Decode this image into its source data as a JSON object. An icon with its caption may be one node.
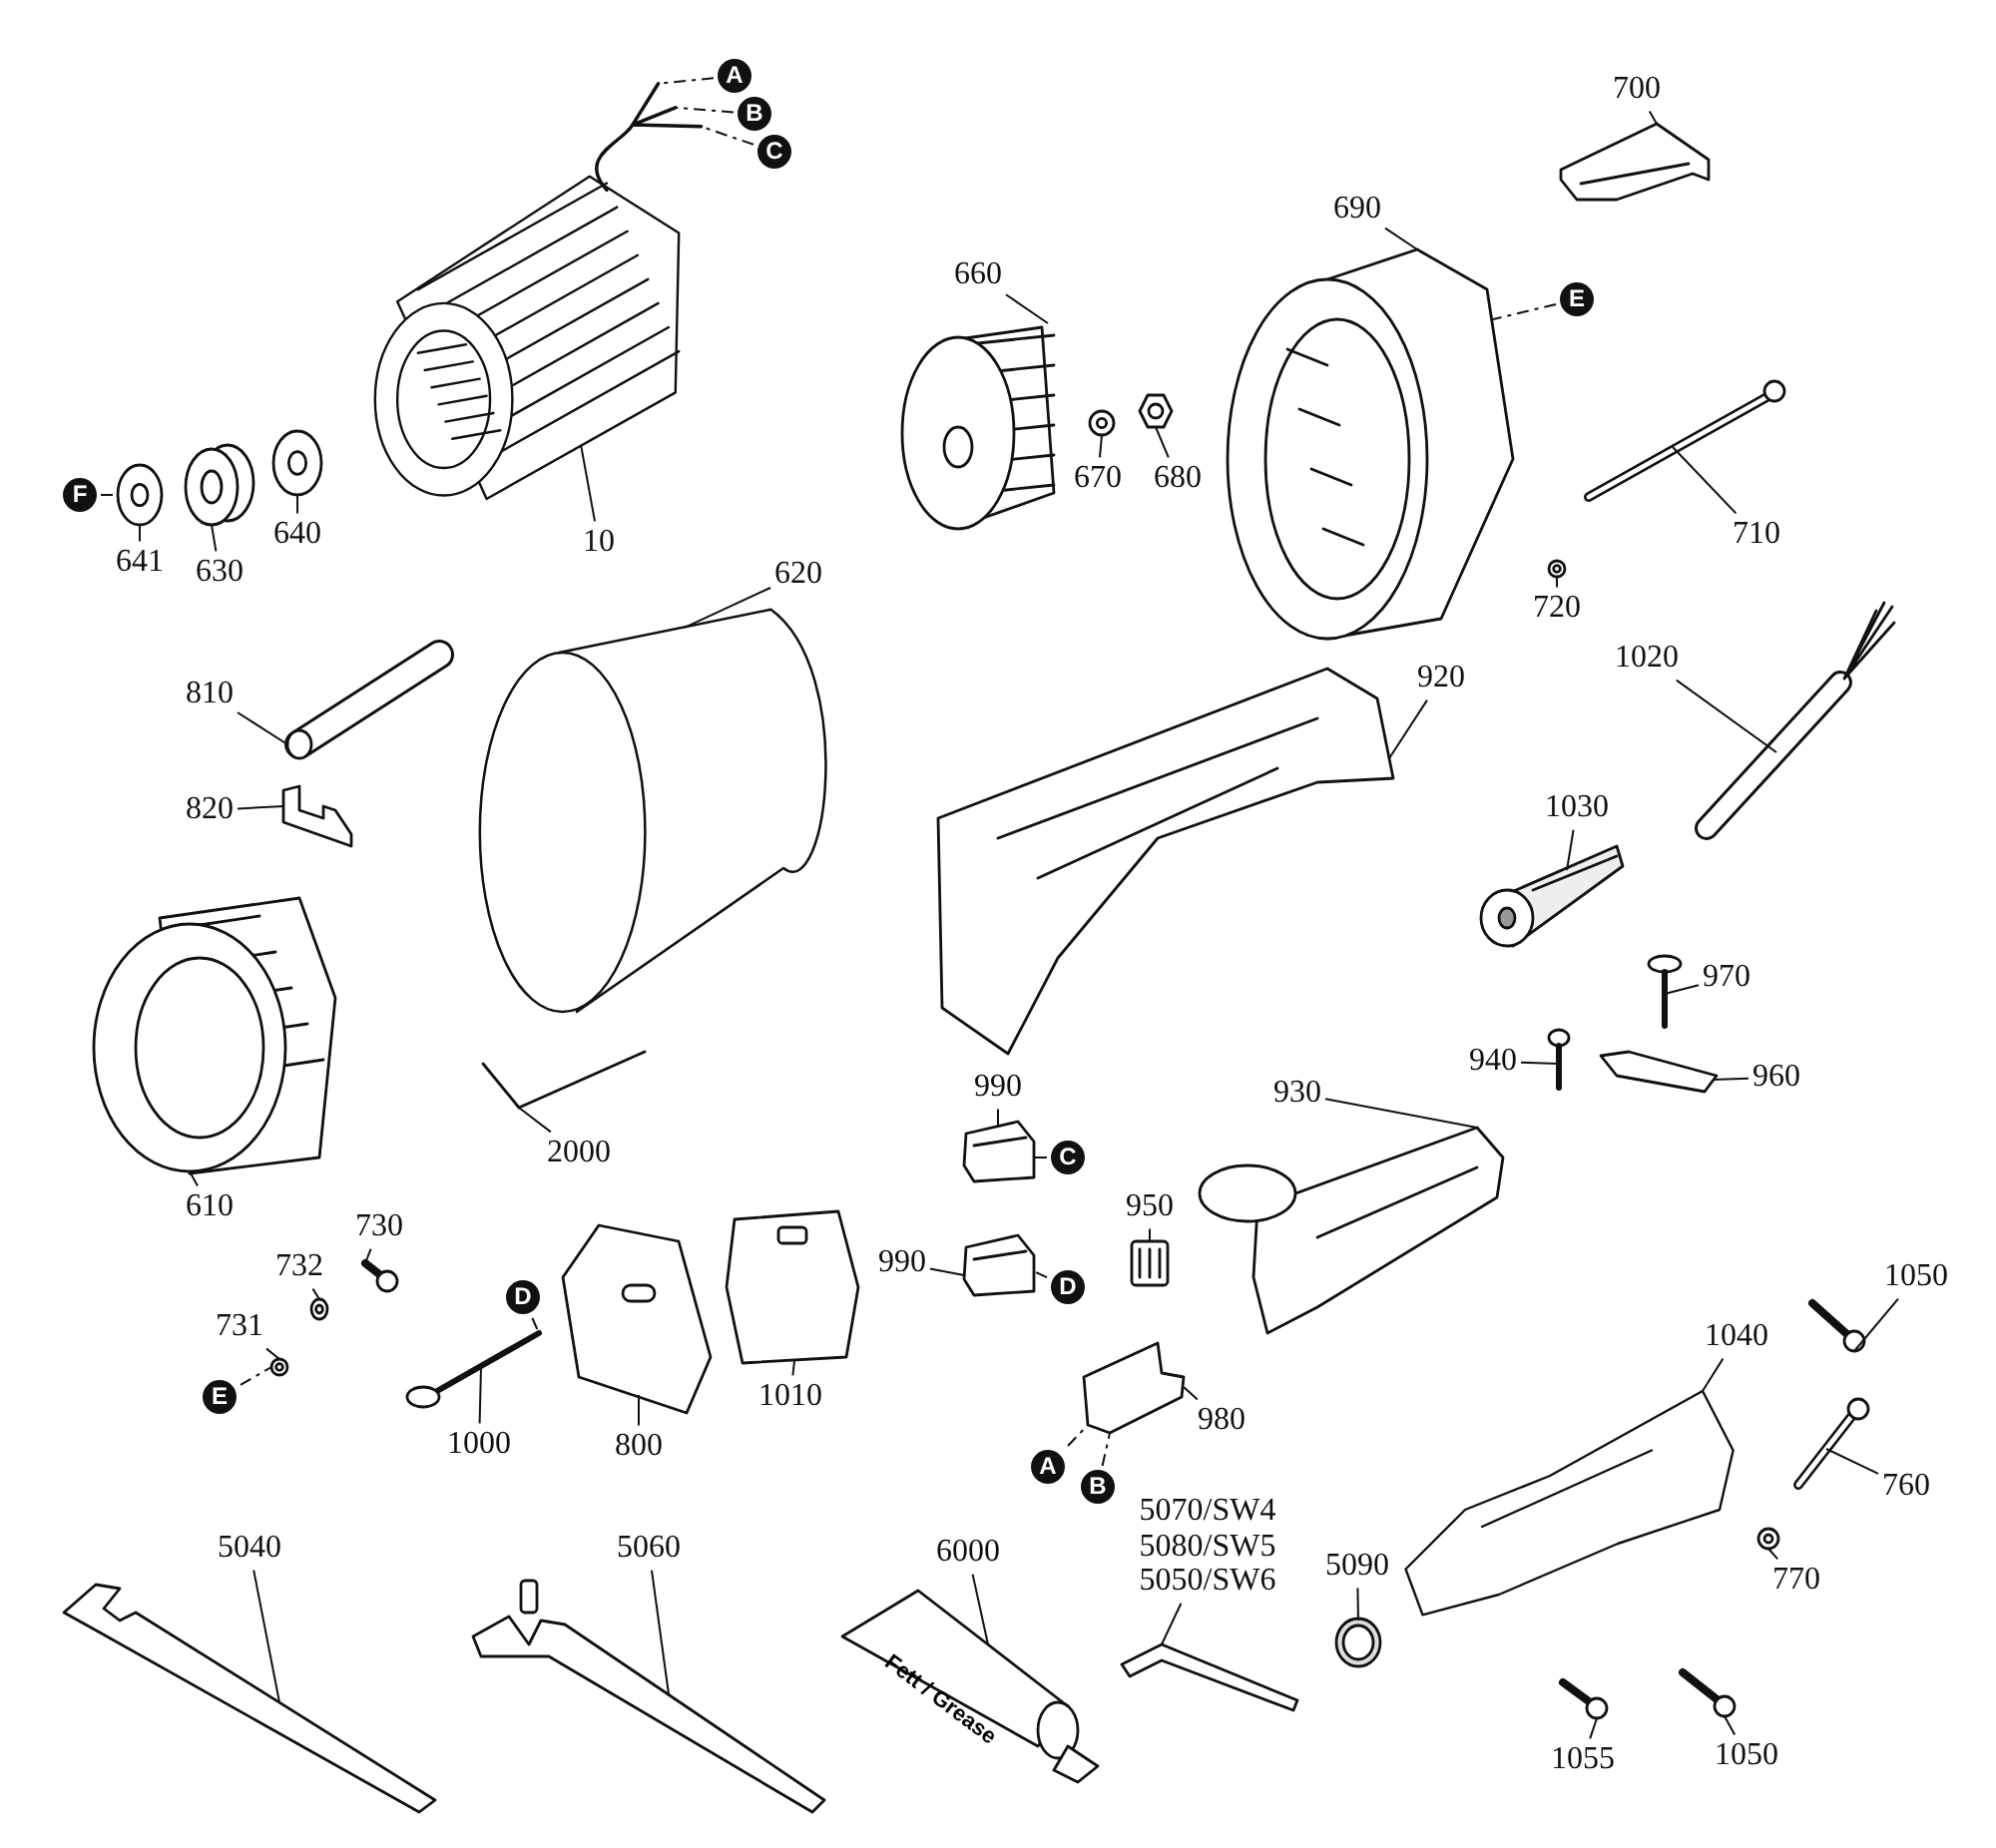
{
  "diagram": {
    "nodes": [
      {
        "text": [
          "10"
        ]
      },
      {
        "text": [],
        "shape": "picture"
      },
      {
        "text": [
          "620"
        ]
      },
      {
        "text": [],
        "shape": "picture"
      },
      {
        "text": [
          "660"
        ]
      },
      {
        "text": [],
        "shape": "picture"
      },
      {
        "text": [
          "670"
        ]
      },
      {
        "text": [],
        "shape": "picture"
      },
      {
        "text": [
          "680"
        ]
      },
      {
        "text": [],
        "shape": "picture"
      },
      {
        "text": [
          "690"
        ]
      },
      {
        "text": [],
        "shape": "picture"
      },
      {
        "text": [
          "700"
        ]
      },
      {
        "text": [],
        "shape": "picture"
      },
      {
        "text": [
          "710"
        ]
      },
      {
        "text": [],
        "shape": "picture"
      },
      {
        "text": [
          "720"
        ]
      },
      {
        "text": [],
        "shape": "picture"
      },
      {
        "text": [
          "640"
        ]
      },
      {
        "text": [],
        "shape": "picture"
      },
      {
        "text": [
          "630"
        ]
      },
      {
        "text": [],
        "shape": "picture"
      },
      {
        "text": [
          "641"
        ]
      },
      {
        "text": [],
        "shape": "picture"
      },
      {
        "text": [
          "F"
        ]
      },
      {
        "text": [
          "A"
        ]
      },
      {
        "text": [
          "B"
        ]
      },
      {
        "text": [
          "C"
        ]
      },
      {
        "text": [
          "E"
        ]
      },
      {
        "text": [
          "810"
        ]
      },
      {
        "text": [],
        "shape": "picture"
      },
      {
        "text": [
          "820"
        ]
      },
      {
        "text": [],
        "shape": "picture"
      },
      {
        "text": [
          "610"
        ]
      },
      {
        "text": [],
        "shape": "picture"
      },
      {
        "text": [
          "2000"
        ]
      },
      {
        "text": [],
        "shape": "picture"
      },
      {
        "text": [
          "920"
        ]
      },
      {
        "text": [],
        "shape": "picture"
      },
      {
        "text": [
          "1030"
        ]
      },
      {
        "text": [],
        "shape": "picture"
      },
      {
        "text": [
          "1020"
        ]
      },
      {
        "text": [],
        "shape": "picture"
      },
      {
        "text": [
          "970"
        ]
      },
      {
        "text": [],
        "shape": "picture"
      },
      {
        "text": [
          "960"
        ]
      },
      {
        "text": [],
        "shape": "picture"
      },
      {
        "text": [
          "940"
        ]
      },
      {
        "text": [],
        "shape": "picture"
      },
      {
        "text": [
          "930"
        ]
      },
      {
        "text": [],
        "shape": "picture"
      },
      {
        "text": [
          "990"
        ]
      },
      {
        "text": [],
        "shape": "picture"
      },
      {
        "text": [
          "C"
        ]
      },
      {
        "text": [
          "990"
        ]
      },
      {
        "text": [],
        "shape": "picture"
      },
      {
        "text": [
          "D"
        ]
      },
      {
        "text": [
          "950"
        ]
      },
      {
        "text": [],
        "shape": "picture"
      },
      {
        "text": [
          "A"
        ]
      },
      {
        "text": [
          "B"
        ]
      },
      {
        "text": [
          "980"
        ]
      },
      {
        "text": [],
        "shape": "picture"
      },
      {
        "text": [
          "1040"
        ]
      },
      {
        "text": [],
        "shape": "picture"
      },
      {
        "text": [
          "1050"
        ]
      },
      {
        "text": [],
        "shape": "picture"
      },
      {
        "text": [
          "760"
        ]
      },
      {
        "text": [],
        "shape": "picture"
      },
      {
        "text": [
          "770"
        ]
      },
      {
        "text": [],
        "shape": "picture"
      },
      {
        "text": [
          "1050"
        ]
      },
      {
        "text": [],
        "shape": "picture"
      },
      {
        "text": [
          "1055"
        ]
      },
      {
        "text": [],
        "shape": "picture"
      },
      {
        "text": [
          "1010"
        ]
      },
      {
        "text": [],
        "shape": "picture"
      },
      {
        "text": [
          "800"
        ]
      },
      {
        "text": [],
        "shape": "picture"
      },
      {
        "text": [
          "730"
        ]
      },
      {
        "text": [],
        "shape": "picture"
      },
      {
        "text": [
          "732"
        ]
      },
      {
        "text": [],
        "shape": "picture"
      },
      {
        "text": [
          "731"
        ]
      },
      {
        "text": [],
        "shape": "picture"
      },
      {
        "text": [
          "E"
        ]
      },
      {
        "text": [
          "1000"
        ]
      },
      {
        "text": [],
        "shape": "picture"
      },
      {
        "text": [
          "D"
        ]
      },
      {
        "text": [
          "5040"
        ]
      },
      {
        "text": [],
        "shape": "picture"
      },
      {
        "text": [
          "5060"
        ]
      },
      {
        "text": [],
        "shape": "picture"
      },
      {
        "text": [
          "6000"
        ]
      },
      {
        "text": [
          "Fett / Grease"
        ]
      },
      {
        "text": [
          "5070/SW4",
          "5080/SW5",
          "5050/SW6"
        ]
      },
      {
        "text": [],
        "shape": "picture"
      },
      {
        "text": [
          "5090"
        ]
      },
      {
        "text": [],
        "shape": "picture"
      }
    ],
    "edges": [
      {
        "from": 0,
        "to": 1,
        "arrow": "none"
      },
      {
        "from": 2,
        "to": 3,
        "arrow": "none"
      },
      {
        "from": 4,
        "to": 5,
        "arrow": "none"
      },
      {
        "from": 6,
        "to": 7,
        "arrow": "none"
      },
      {
        "from": 8,
        "to": 9,
        "arrow": "none"
      },
      {
        "from": 10,
        "to": 11,
        "arrow": "none"
      },
      {
        "from": 12,
        "to": 13,
        "arrow": "none"
      },
      {
        "from": 14,
        "to": 15,
        "arrow": "none"
      },
      {
        "from": 16,
        "to": 17,
        "arrow": "none"
      },
      {
        "from": 18,
        "to": 19,
        "arrow": "none"
      },
      {
        "from": 20,
        "to": 21,
        "arrow": "none"
      },
      {
        "from": 22,
        "to": 23,
        "arrow": "none"
      },
      {
        "from": 24,
        "to": 23,
        "arrow": "none",
        "style": "dashed"
      },
      {
        "from": 25,
        "to": 1,
        "arrow": "none",
        "style": "dashed"
      },
      {
        "from": 26,
        "to": 1,
        "arrow": "none",
        "style": "dashed"
      },
      {
        "from": 27,
        "to": 1,
        "arrow": "none",
        "style": "dashed"
      },
      {
        "from": 28,
        "to": 11,
        "arrow": "none",
        "style": "dashed"
      },
      {
        "from": 29,
        "to": 30,
        "arrow": "none"
      },
      {
        "from": 31,
        "to": 32,
        "arrow": "none"
      },
      {
        "from": 33,
        "to": 34,
        "arrow": "none"
      },
      {
        "from": 35,
        "to": 36,
        "arrow": "none"
      },
      {
        "from": 37,
        "to": 38,
        "arrow": "none"
      },
      {
        "from": 39,
        "to": 40,
        "arrow": "none"
      },
      {
        "from": 41,
        "to": 42,
        "arrow": "none"
      },
      {
        "from": 43,
        "to": 44,
        "arrow": "none"
      },
      {
        "from": 45,
        "to": 46,
        "arrow": "none"
      },
      {
        "from": 47,
        "to": 48,
        "arrow": "none"
      },
      {
        "from": 49,
        "to": 50,
        "arrow": "none"
      },
      {
        "from": 51,
        "to": 52,
        "arrow": "none"
      },
      {
        "from": 53,
        "to": 52,
        "arrow": "none",
        "style": "dashed"
      },
      {
        "from": 54,
        "to": 55,
        "arrow": "none"
      },
      {
        "from": 56,
        "to": 55,
        "arrow": "none",
        "style": "dashed"
      },
      {
        "from": 57,
        "to": 58,
        "arrow": "none"
      },
      {
        "from": 59,
        "to": 62,
        "arrow": "none",
        "style": "dashed"
      },
      {
        "from": 60,
        "to": 62,
        "arrow": "none",
        "style": "dashed"
      },
      {
        "from": 61,
        "to": 62,
        "arrow": "none"
      },
      {
        "from": 63,
        "to": 64,
        "arrow": "none"
      },
      {
        "from": 65,
        "to": 66,
        "arrow": "none"
      },
      {
        "from": 67,
        "to": 68,
        "arrow": "none"
      },
      {
        "from": 69,
        "to": 70,
        "arrow": "none"
      },
      {
        "from": 71,
        "to": 72,
        "arrow": "none"
      },
      {
        "from": 73,
        "to": 74,
        "arrow": "none"
      },
      {
        "from": 75,
        "to": 76,
        "arrow": "none"
      },
      {
        "from": 77,
        "to": 78,
        "arrow": "none"
      },
      {
        "from": 79,
        "to": 80,
        "arrow": "none"
      },
      {
        "from": 81,
        "to": 82,
        "arrow": "none"
      },
      {
        "from": 83,
        "to": 84,
        "arrow": "none"
      },
      {
        "from": 85,
        "to": 84,
        "arrow": "none",
        "style": "dashed"
      },
      {
        "from": 86,
        "to": 87,
        "arrow": "none"
      },
      {
        "from": 88,
        "to": 87,
        "arrow": "none",
        "style": "dashed"
      },
      {
        "from": 89,
        "to": 90,
        "arrow": "none"
      },
      {
        "from": 91,
        "to": 92,
        "arrow": "none"
      },
      {
        "from": 93,
        "to": 94,
        "arrow": "none"
      },
      {
        "from": 95,
        "to": 96,
        "arrow": "none"
      },
      {
        "from": 97,
        "to": 98,
        "arrow": "none"
      }
    ]
  }
}
